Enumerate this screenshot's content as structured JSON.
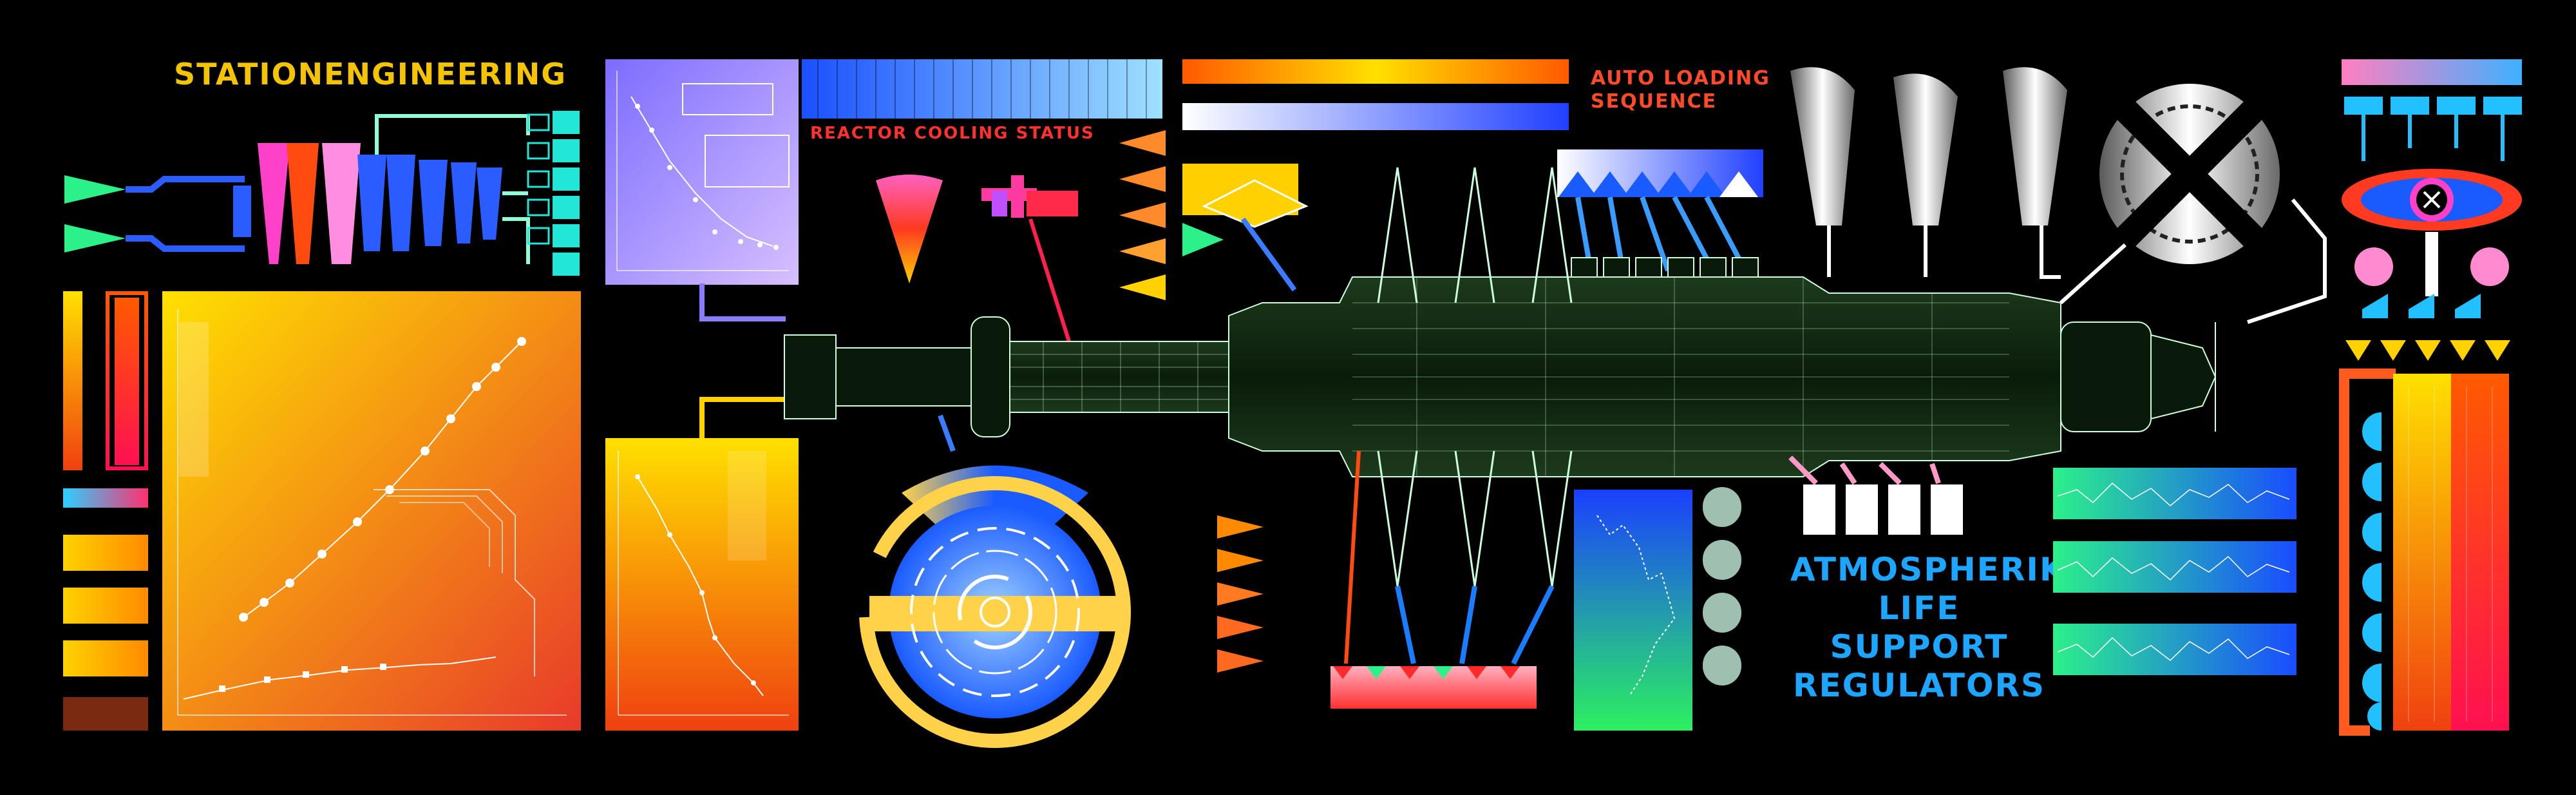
{
  "labels": {
    "station_engineering": "STATIONENGINEERING",
    "reactor_cooling_status": "REACTOR COOLING STATUS",
    "auto_loading_line1": "AUTO LOADING",
    "auto_loading_line2": "SEQUENCE",
    "atmos_line1": "ATMOSPHERIK",
    "atmos_line2": "LIFE SUPPORT",
    "atmos_line3": "REGULATORS"
  },
  "colors": {
    "background": "#000000",
    "yellow": "#f5c400",
    "orange": "#ff7a1a",
    "red": "#ff2a2a",
    "blue": "#1a5bff",
    "cyan": "#22d6ff",
    "green": "#2cf08a",
    "magenta": "#ff4fd8",
    "violet": "#8a6bff"
  },
  "icons": [
    "ship-blueprint",
    "radial-dial",
    "eye-sensor",
    "cross-dish",
    "gauge-fan"
  ]
}
